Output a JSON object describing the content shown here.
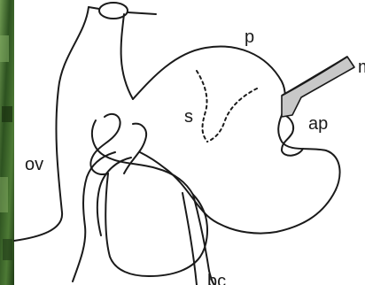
{
  "figure": {
    "labels": {
      "p": "p",
      "s": "s",
      "ap": "ap",
      "ov": "ov",
      "m": "m",
      "bc": "bc"
    }
  },
  "colors": {
    "ink": "#1a1a1a",
    "background": "#ffffff",
    "photo_strip_dark": "#1d3a14",
    "photo_strip_mid": "#3f6b2a",
    "photo_strip_light": "#6f9a52",
    "shaded_duct": "#c8c8c8"
  }
}
